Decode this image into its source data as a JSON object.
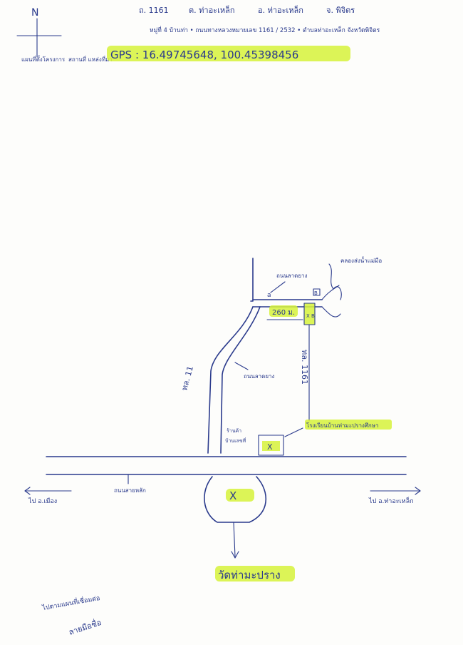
{
  "header": {
    "line1": {
      "road": "ถ. 1161",
      "subdistrict": "ต. ท่าอะเหล็ก",
      "district": "อ. ท่าอะเหล็ก",
      "province": "จ. พิจิตร"
    },
    "line2": "หมู่ที่ 4 บ้านท่า • ถนนทางหลวงหมายเลข 1161 / 2532 • ตำบลท่าอะเหล็ก จังหวัดพิจิตร",
    "map_label_a": "แผนที่ตั้งโครงการ",
    "map_label_b": "สถานที่ แหล่งที่มา",
    "gps": "GPS : 16.49745648, 100.45398456"
  },
  "compass": {
    "north": "N"
  },
  "map": {
    "canal_label": "คลองส่งน้ำแม่มือ",
    "road_upper_label": "ถนนลาดยาง",
    "road_side_label": "ถนนลาดยาง",
    "distance_label": "260 ม.",
    "site_marker": "X B",
    "route_left": "ทล. 11",
    "route_right": "ทล. 1161",
    "marker_a": "a",
    "marker_b": "B",
    "school_label": "โรงเรียนบ้านท่ามะปรางศึกษา",
    "school_x": "X",
    "small_label_1": "ร้านค้า",
    "small_label_2": "บ้านเลขที่",
    "main_road_label": "ถนนสายหลัก",
    "to_left": "ไป อ.เมือง",
    "to_right": "ไป อ.ท่าอะเหล็ก",
    "temple_x": "X",
    "temple_label": "วัดท่ามะปราง"
  },
  "footer": {
    "note": "ไปตามแผนที่เชื่อมต่อ",
    "signature": "ลายมือชื่อ"
  },
  "colors": {
    "ink": "#2a3a8c",
    "highlight": "#d6f23a",
    "paper": "#fdfdfb"
  }
}
